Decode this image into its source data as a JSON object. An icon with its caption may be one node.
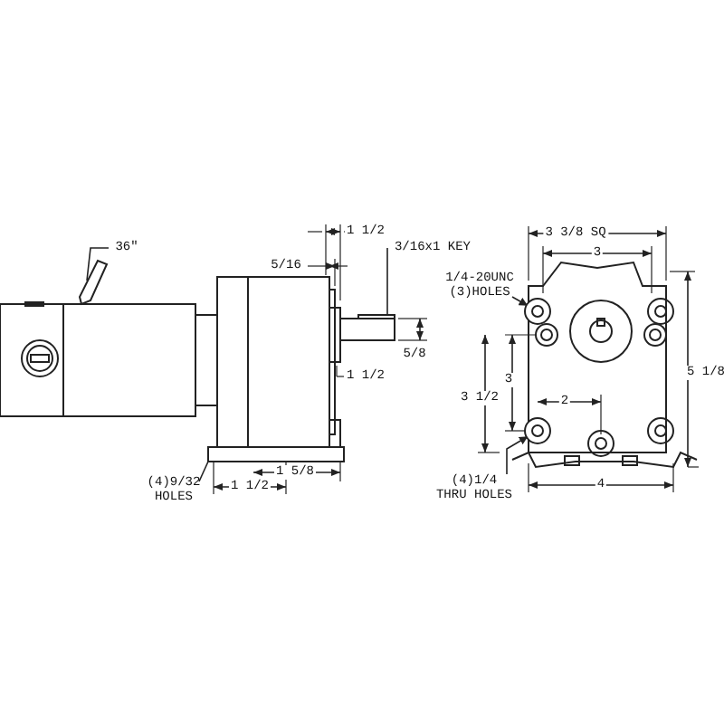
{
  "diagram": {
    "nodes": [
      {
        "text": [
          "36\""
        ]
      },
      {
        "text": [],
        "shape": "cable"
      },
      {
        "text": [
          "3/16x1 KEY"
        ]
      },
      {
        "text": [],
        "shape": "bar"
      },
      {
        "text": [
          "(4)9/32 HOLES"
        ]
      },
      {
        "text": [],
        "shape": "bar"
      },
      {
        "text": [
          "1/4-20UNC (3)HOLES"
        ]
      },
      {
        "text": [],
        "shape": "circle"
      },
      {
        "text": [
          "(4)1/4 THRU HOLES"
        ]
      },
      {
        "text": [],
        "shape": "circle"
      }
    ],
    "edges": [
      {
        "from": 0,
        "to": 1,
        "arrow": "none"
      },
      {
        "from": 2,
        "to": 3,
        "arrow": "none"
      },
      {
        "from": 4,
        "to": 5,
        "arrow": "none"
      },
      {
        "from": 6,
        "to": 7,
        "arrow": "to"
      },
      {
        "from": 8,
        "to": 9,
        "arrow": "to"
      }
    ],
    "labels": [
      "1 1/2",
      "3 3/8 SQ",
      "3",
      "5/16",
      "5/8",
      "1 1/2",
      "3",
      "5 1/8",
      "3 1/2",
      "2",
      "1 5/8",
      "1 1/2",
      "4"
    ]
  }
}
